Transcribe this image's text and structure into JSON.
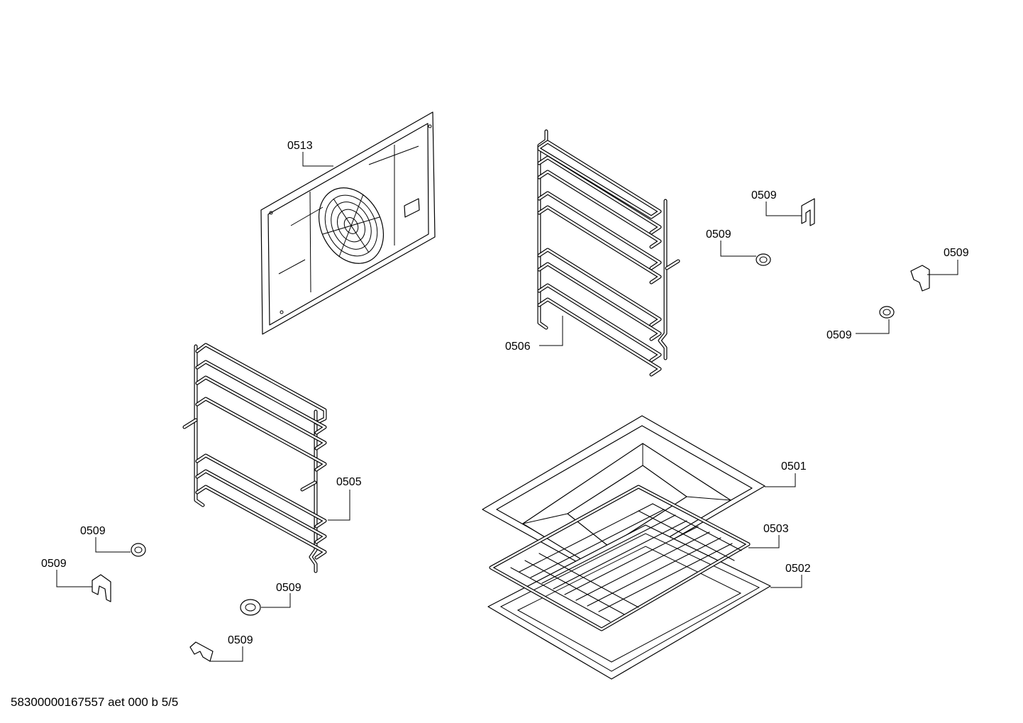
{
  "labels": {
    "l0513": "0513",
    "l0506": "0506",
    "l0505": "0505",
    "l0501": "0501",
    "l0503": "0503",
    "l0502": "0502",
    "l0509a": "0509",
    "l0509b": "0509",
    "l0509c": "0509",
    "l0509d": "0509",
    "l0509e": "0509",
    "l0509f": "0509",
    "l0509g": "0509",
    "l0509h": "0509"
  },
  "footer": "58300000167557 aet 000 b 5/5"
}
